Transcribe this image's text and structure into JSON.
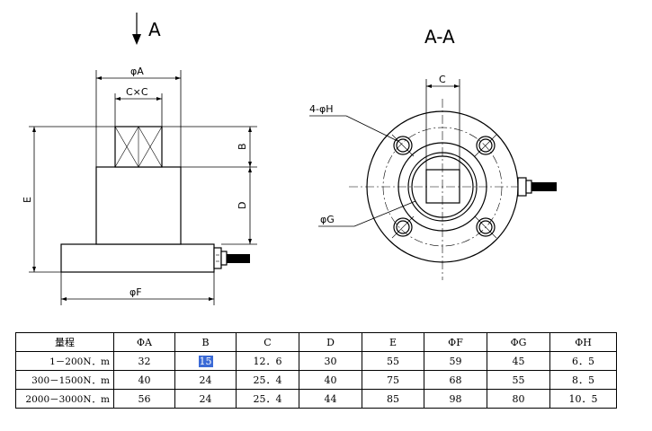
{
  "drawing": {
    "view_arrow_label": "A",
    "section_title": "A-A",
    "side_view": {
      "dims": {
        "phi_a": "φA",
        "cxc": "C×C",
        "b": "B",
        "d": "D",
        "e": "E",
        "phi_f": "φF"
      }
    },
    "section_view": {
      "dims": {
        "c": "C",
        "holes": "4-φH",
        "phi_g": "φG"
      }
    }
  },
  "table": {
    "headers": [
      "量程",
      "ΦA",
      "B",
      "C",
      "D",
      "E",
      "ΦF",
      "ΦG",
      "ΦH"
    ],
    "rows": [
      [
        "1－200N．m",
        "32",
        "15",
        "12．6",
        "30",
        "55",
        "59",
        "45",
        "6．5"
      ],
      [
        "300－1500N．m",
        "40",
        "24",
        "25．4",
        "40",
        "75",
        "68",
        "55",
        "8．5"
      ],
      [
        "2000－3000N．m",
        "56",
        "24",
        "25．4",
        "44",
        "85",
        "98",
        "80",
        "10．5"
      ]
    ],
    "selected_cell": {
      "row": 0,
      "col": 2
    }
  },
  "colors": {
    "line": "#000000",
    "selection": "#3b6ad6",
    "background": "#ffffff"
  }
}
